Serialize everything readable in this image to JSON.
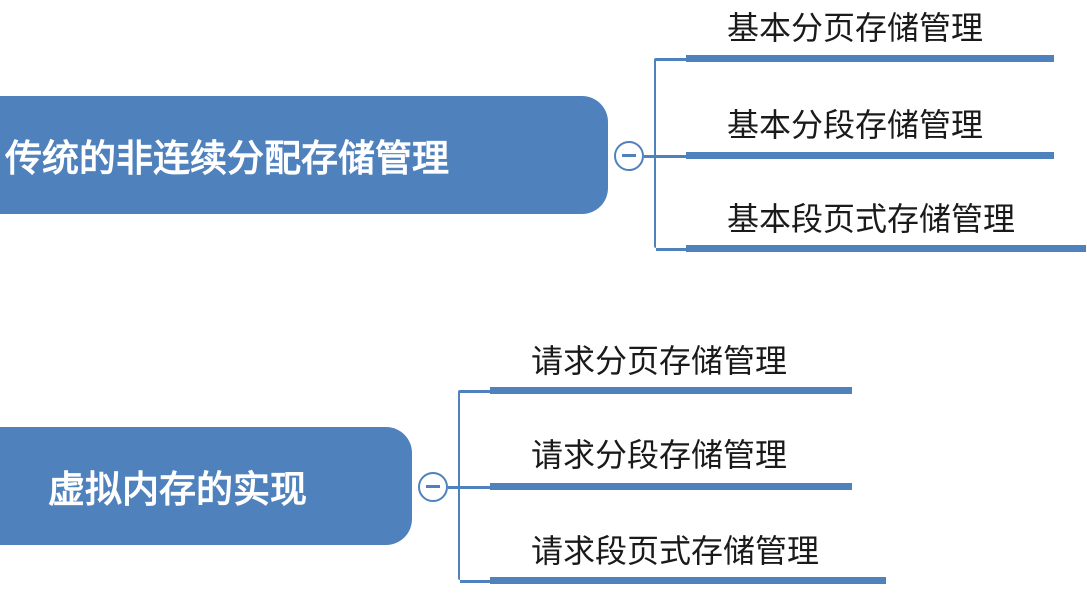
{
  "groups": [
    {
      "root_label": "传统的非连续分配存储管理",
      "children": [
        {
          "label": "基本分页存储管理"
        },
        {
          "label": "基本分段存储管理"
        },
        {
          "label": "基本段页式存储管理"
        }
      ]
    },
    {
      "root_label": "虚拟内存的实现",
      "children": [
        {
          "label": "请求分页存储管理"
        },
        {
          "label": "请求分段存储管理"
        },
        {
          "label": "请求段页式存储管理"
        }
      ]
    }
  ],
  "colors": {
    "node_fill": "#4f81bd",
    "node_text": "#ffffff",
    "line": "#4f81bd",
    "child_text": "#1a1a1a"
  },
  "icons": {
    "collapse": "minus-circle-icon"
  }
}
